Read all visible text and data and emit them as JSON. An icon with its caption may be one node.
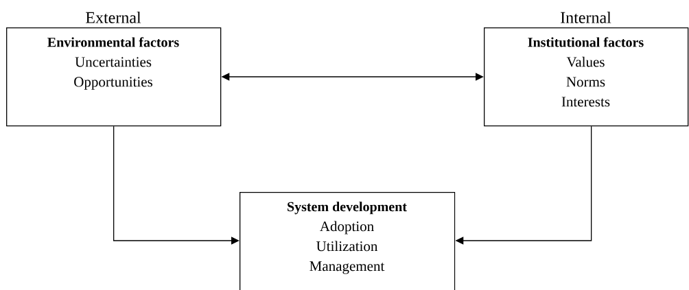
{
  "diagram": {
    "nodes": [
      {
        "text": [
          "Environmental factors",
          "Uncertainties",
          "Opportunities"
        ],
        "beside": [
          "External"
        ]
      },
      {
        "text": [
          "Institutional factors",
          "Values",
          "Norms",
          "Interests"
        ],
        "beside": [
          "Internal"
        ]
      },
      {
        "text": [
          "System development",
          "Adoption",
          "Utilization",
          "Management"
        ]
      }
    ],
    "edges": [
      {
        "from": 0,
        "to": 1,
        "arrow": "both"
      },
      {
        "from": 0,
        "to": 2,
        "arrow": "to"
      },
      {
        "from": 1,
        "to": 2,
        "arrow": "to"
      }
    ]
  }
}
